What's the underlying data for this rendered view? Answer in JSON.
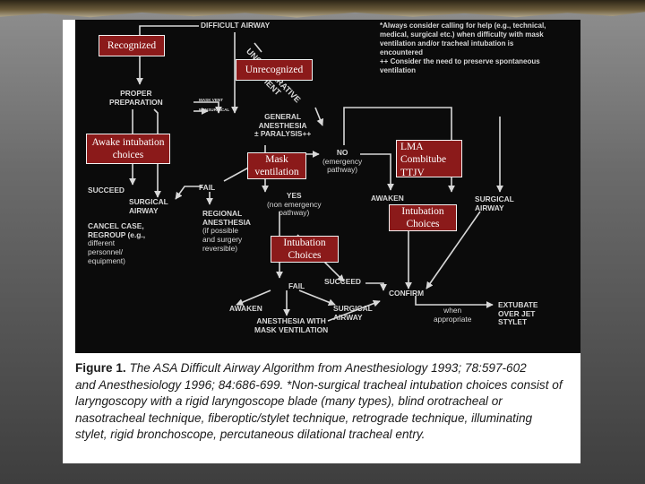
{
  "flowchart": {
    "difficult_airway": "DIFFICULT AIRWAY",
    "uncooperative_line1": "UNCOOPERATIVE",
    "uncooperative_line2": "PATIENT",
    "proper_line1": "PROPER",
    "proper_line2": "PREPARATION",
    "mask_vent": "MASK VENT",
    "nonsurgical": "NONSURGICAL",
    "general_line1": "GENERAL",
    "general_line2": "ANESTHESIA",
    "general_line3": "± PARALYSIS++",
    "no_line1": "NO",
    "no_line2": "(emergency",
    "no_line3": "pathway)",
    "succeed_left": "SUCCEED",
    "fail_left": "FAIL",
    "surgical_airway_left_line1": "SURGICAL",
    "surgical_airway_left_line2": "AIRWAY",
    "yes_line1": "YES",
    "yes_line2": "(non emergency",
    "yes_line3": "pathway)",
    "awaken_right": "AWAKEN",
    "surgical_airway_right_line1": "SURGICAL",
    "surgical_airway_right_line2": "AIRWAY",
    "cancel_lines": [
      "CANCEL CASE,",
      "REGROUP (e.g.,",
      "different",
      "personnel/",
      "equipment)"
    ],
    "regional_lines": [
      "REGIONAL",
      "ANESTHESIA",
      "(if possible",
      "and surgery",
      "reversible)"
    ],
    "fail_center": "FAIL",
    "succeed_center": "SUCCEED",
    "confirm": "CONFIRM",
    "awaken_bottom": "AWAKEN",
    "surgical_airway_bottom_line1": "SURGICAL",
    "surgical_airway_bottom_line2": "AIRWAY",
    "anesthesia_mask_line1": "ANESTHESIA WITH",
    "anesthesia_mask_line2": "MASK VENTILATION",
    "when_line1": "when",
    "when_line2": "appropriate",
    "extubate_line1": "EXTUBATE",
    "extubate_line2": "OVER JET",
    "extubate_line3": "STYLET"
  },
  "notes": {
    "note1_line1": "*Always consider calling for help (e.g., technical,",
    "note1_line2": "medical, surgical etc.) when difficulty with mask",
    "note1_line3": "ventilation and/or tracheal intubation is",
    "note1_line4": "encountered",
    "note2_line1": "++ Consider the need to preserve spontaneous",
    "note2_line2": "ventilation"
  },
  "annotations": {
    "recognized": "Recognized",
    "unrecognized": "Unrecognized",
    "awake_line1": "Awake intubation",
    "awake_line2": "choices",
    "mask_line1": "Mask",
    "mask_line2": "ventilation",
    "lma_line1": "LMA",
    "lma_line2": "Combitube",
    "lma_line3": "TTJV",
    "intubation_right_line1": "Intubation",
    "intubation_right_line2": "Choices",
    "intubation_center_line1": "Intubation",
    "intubation_center_line2": "Choices"
  },
  "caption": {
    "label": "Figure 1.",
    "line1": "The ASA Difficult Airway Algorithm from Anesthesiology 1993; 78:597-602",
    "line2": "and Anesthesiology 1996; 84:686-699.  *Non-surgical tracheal intubation choices consist of",
    "line3": "laryngoscopy with a rigid laryngoscope blade (many types), blind orotracheal or",
    "line4": "nasotracheal technique, fiberoptic/stylet technique, retrograde technique, illuminating",
    "line5": "stylet, rigid bronchoscope, percutaneous dilational tracheal entry."
  },
  "colors": {
    "annotation_fill": "#8b1a1a",
    "diagram_background": "#0b0b0b",
    "diagram_ink": "#d8d8d8"
  }
}
